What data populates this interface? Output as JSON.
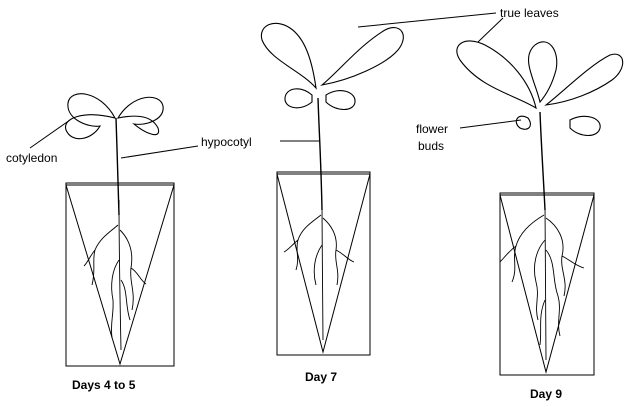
{
  "labels": {
    "cotyledon": "cotyledon",
    "hypocotyl": "hypocotyl",
    "true_leaves": "true leaves",
    "flower_line1": "flower",
    "flower_line2": "buds"
  },
  "stages": [
    {
      "caption": "Days 4 to 5"
    },
    {
      "caption": "Day 7"
    },
    {
      "caption": "Day 9"
    }
  ]
}
